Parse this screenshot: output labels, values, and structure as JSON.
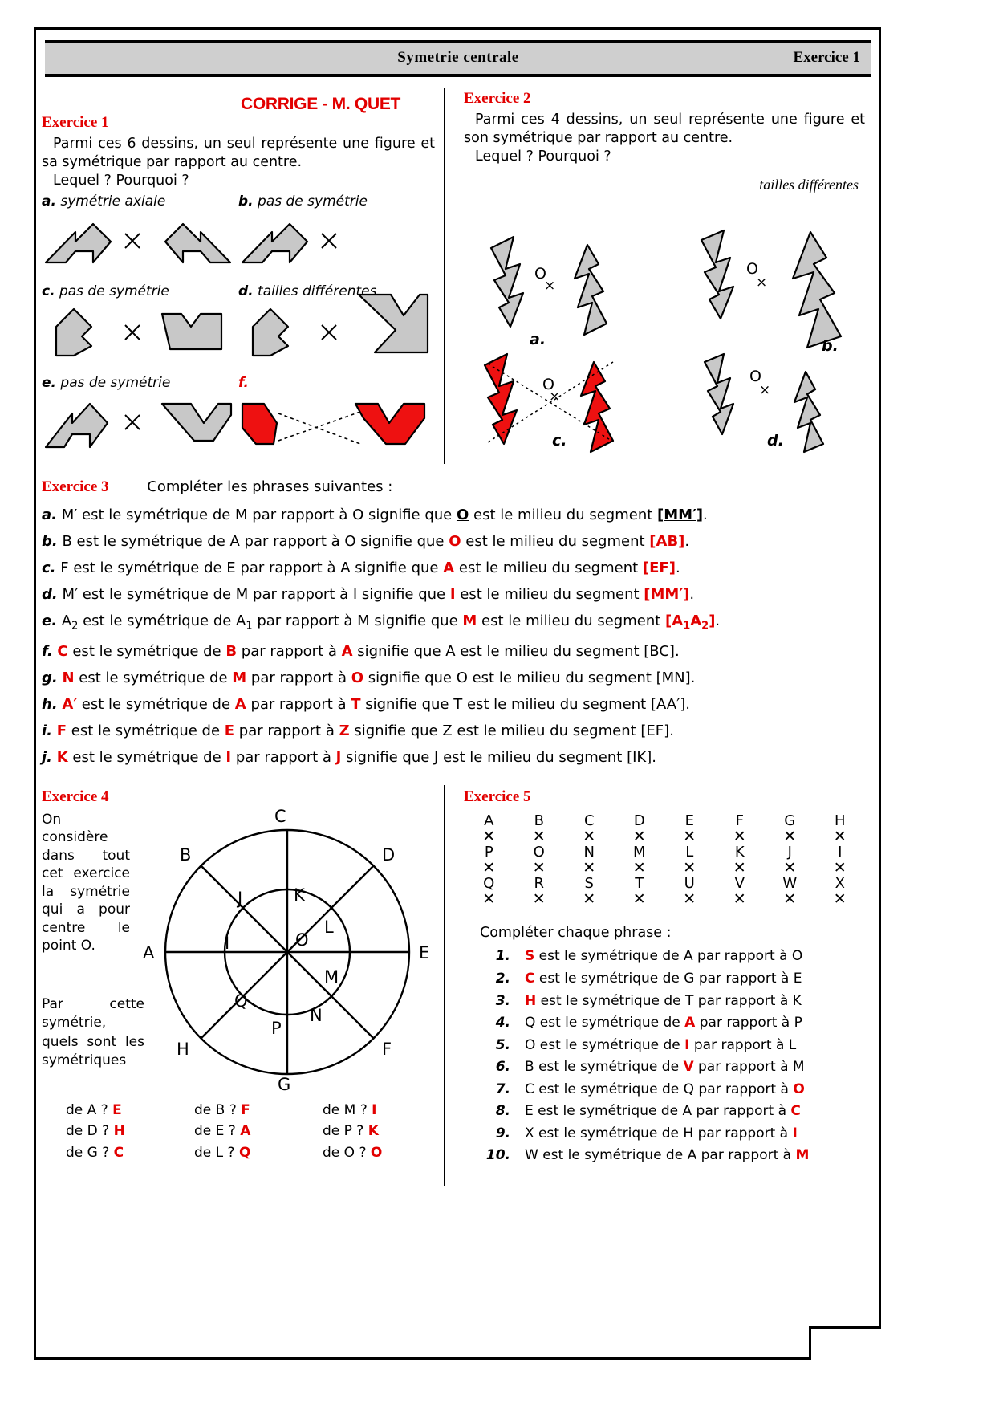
{
  "banner": {
    "title": "Symetrie centrale",
    "right": "Exercice 1"
  },
  "corrige": "CORRIGE - M. QUET",
  "ex1": {
    "heading": "Exercice 1",
    "line1": "Parmi ces 6 dessins, un seul représente une figure et sa symétrique par rapport au centre.",
    "line2": "Lequel ? Pourquoi ?",
    "figs": [
      {
        "key": "a.",
        "label": "symétrie axiale",
        "red": false
      },
      {
        "key": "b.",
        "label": "pas de symétrie",
        "red": false
      },
      {
        "key": "c.",
        "label": "pas de symétrie",
        "red": false
      },
      {
        "key": "d.",
        "label": "tailles différentes",
        "red": false
      },
      {
        "key": "e.",
        "label": "pas de symétrie",
        "red": false
      },
      {
        "key": "f.",
        "label": "",
        "red": true
      }
    ]
  },
  "ex2": {
    "heading": "Exercice 2",
    "line1": "Parmi ces 4 dessins, un seul représente une figure et son symétrique par rapport au centre.",
    "line2": "Lequel ? Pourquoi ?",
    "note": "tailles différentes",
    "labels": [
      "a.",
      "b.",
      "c.",
      "d."
    ],
    "center_mark": "O"
  },
  "ex3": {
    "heading": "Exercice 3",
    "intro": "Compléter les phrases suivantes :",
    "items": [
      {
        "key": "a.",
        "pre": "M′ est le symétrique de M par rapport à O signifie que ",
        "mid": "O",
        "mid_style": "underline",
        "post": " est le milieu du segment ",
        "seg": "[MM′]",
        "seg_style": "underline",
        "end": "."
      },
      {
        "key": "b.",
        "pre": "B est le symétrique de A par rapport à O signifie que ",
        "mid": "O",
        "mid_style": "red",
        "post": " est le milieu du segment ",
        "seg": "[AB]",
        "seg_style": "red",
        "end": "."
      },
      {
        "key": "c.",
        "pre": "F est le symétrique de E par rapport à A signifie que ",
        "mid": "A",
        "mid_style": "red",
        "post": " est le milieu du segment ",
        "seg": "[EF]",
        "seg_style": "red",
        "end": "."
      },
      {
        "key": "d.",
        "pre": "M′ est le symétrique de M par rapport à I signifie que ",
        "mid": "I",
        "mid_style": "red",
        "post": " est le milieu du segment ",
        "seg": "[MM′]",
        "seg_style": "red",
        "end": "."
      },
      {
        "key": "e.",
        "pre": "A2 est le symétrique de A1 par rapport à M signifie que ",
        "mid": "M",
        "mid_style": "red",
        "post": " est le milieu du segment ",
        "seg": "[A1A2]",
        "seg_style": "red",
        "end": ".",
        "subs": true
      },
      {
        "key": "f.",
        "pre_red": "C",
        "pre": " est le symétrique de ",
        "mid": "B",
        "mid_style": "red",
        "mid2_pre": " par rapport à ",
        "mid2": "A",
        "post": " signifie que A est le milieu du segment ",
        "seg": "[BC]",
        "seg_style": "plain",
        "end": "."
      },
      {
        "key": "g.",
        "pre_red": "N",
        "pre": " est le symétrique de ",
        "mid": "M",
        "mid_style": "red",
        "mid2_pre": " par rapport à ",
        "mid2": "O",
        "post": " signifie que O est le milieu du segment ",
        "seg": "[MN]",
        "seg_style": "plain",
        "end": "."
      },
      {
        "key": "h.",
        "pre_red": "A′",
        "pre": " est le symétrique de ",
        "mid": "A",
        "mid_style": "red",
        "mid2_pre": " par rapport à ",
        "mid2": "T",
        "post": " signifie que T est le milieu du segment ",
        "seg": "[AA′]",
        "seg_style": "plain",
        "end": "."
      },
      {
        "key": "i.",
        "pre_red": "F",
        "pre": " est le symétrique de ",
        "mid": "E",
        "mid_style": "red",
        "mid2_pre": " par rapport à ",
        "mid2": "Z",
        "post": " signifie que Z est le milieu du segment ",
        "seg": "[EF]",
        "seg_style": "plain",
        "end": "."
      },
      {
        "key": "j.",
        "pre_red": "K",
        "pre": " est le symétrique de ",
        "mid": "I",
        "mid_style": "red",
        "mid2_pre": " par rapport à ",
        "mid2": "J",
        "post": " signifie que J est le milieu du segment ",
        "seg": "[IK]",
        "seg_style": "plain",
        "end": "."
      }
    ]
  },
  "ex4": {
    "heading": "Exercice 4",
    "side_text": "On considère dans tout cet exercice la symétrie qui a pour centre le point O.",
    "side_text2": "Par cette symétrie, quels sont les symétriques",
    "outer_labels": [
      "A",
      "B",
      "C",
      "D",
      "E",
      "F",
      "G",
      "H"
    ],
    "inner_labels": [
      "I",
      "J",
      "K",
      "L",
      "M",
      "N",
      "P",
      "Q"
    ],
    "center_label": "O",
    "answers": [
      [
        {
          "q": "de A ?",
          "a": "E"
        },
        {
          "q": "de B ?",
          "a": "F"
        },
        {
          "q": "de M ?",
          "a": "I"
        }
      ],
      [
        {
          "q": "de D ?",
          "a": "H"
        },
        {
          "q": "de E ?",
          "a": "A"
        },
        {
          "q": "de P ?",
          "a": "K"
        }
      ],
      [
        {
          "q": "de G ?",
          "a": "C"
        },
        {
          "q": "de L ?",
          "a": "Q"
        },
        {
          "q": "de O ?",
          "a": "O"
        }
      ]
    ]
  },
  "ex5": {
    "heading": "Exercice 5",
    "grid": [
      [
        "A",
        "B",
        "C",
        "D",
        "E",
        "F",
        "G",
        "H"
      ],
      [
        "P",
        "O",
        "N",
        "M",
        "L",
        "K",
        "J",
        "I"
      ],
      [
        "Q",
        "R",
        "S",
        "T",
        "U",
        "V",
        "W",
        "X"
      ]
    ],
    "mark": "✕",
    "instruction": "Compléter chaque phrase :",
    "statements": [
      {
        "n": "1.",
        "ans": "S",
        "rest": " est le symétrique de A par rapport à O",
        "ans_pos": "start"
      },
      {
        "n": "2.",
        "ans": "C",
        "rest": " est le symétrique de G par rapport à E",
        "ans_pos": "start"
      },
      {
        "n": "3.",
        "ans": "H",
        "rest": " est le symétrique de T par rapport à K",
        "ans_pos": "start"
      },
      {
        "n": "4.",
        "pre": "Q est le symétrique de ",
        "ans": "A",
        "rest": " par rapport à P",
        "ans_pos": "mid"
      },
      {
        "n": "5.",
        "pre": "O est le symétrique de ",
        "ans": "I",
        "rest": "  par rapport à L",
        "ans_pos": "mid"
      },
      {
        "n": "6.",
        "pre": "B est le symétrique de ",
        "ans": "V",
        "rest": " par rapport à M",
        "ans_pos": "mid"
      },
      {
        "n": "7.",
        "pre": "C est le symétrique de Q par rapport à ",
        "ans": "O",
        "rest": "",
        "ans_pos": "end"
      },
      {
        "n": "8.",
        "pre": "E est le symétrique de A par rapport à ",
        "ans": "C",
        "rest": "",
        "ans_pos": "end"
      },
      {
        "n": "9.",
        "pre": "X est le symétrique de H par rapport à ",
        "ans": "I",
        "rest": "",
        "ans_pos": "end"
      },
      {
        "n": "10.",
        "pre": "W est le symétrique de A par rapport à ",
        "ans": "M",
        "rest": "",
        "ans_pos": "end"
      }
    ]
  },
  "colors": {
    "red": "#e20000",
    "gray_fill": "#c8c8c8",
    "banner": "#cfcfcf"
  }
}
